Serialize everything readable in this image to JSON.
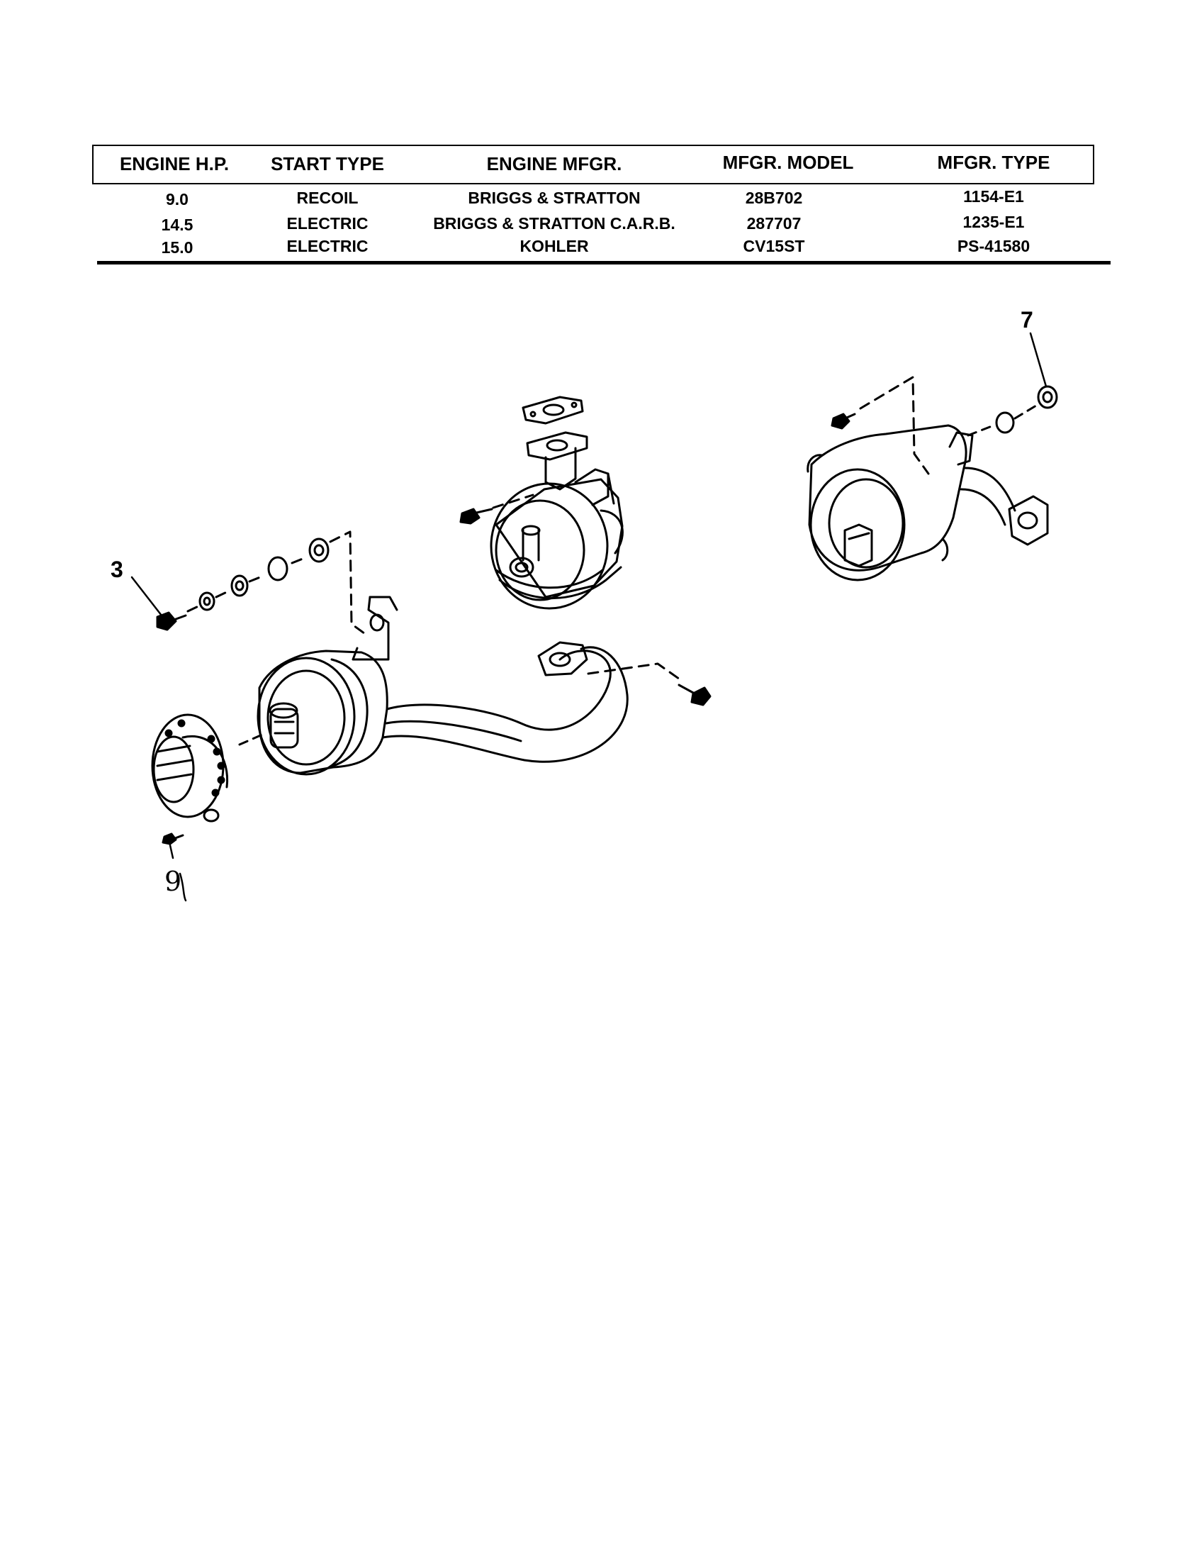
{
  "spec_table": {
    "headers": [
      "ENGINE H.P.",
      "START TYPE",
      "ENGINE MFGR.",
      "MFGR. MODEL",
      "MFGR. TYPE"
    ],
    "rows": [
      [
        "9.0",
        "RECOIL",
        "BRIGGS & STRATTON",
        "28B702",
        "1154-E1"
      ],
      [
        "14.5",
        "ELECTRIC",
        "BRIGGS & STRATTON C.A.R.B.",
        "287707",
        "1235-E1"
      ],
      [
        "15.0",
        "ELECTRIC",
        "KOHLER",
        "CV15ST",
        "PS-41580"
      ]
    ]
  },
  "callouts": {
    "c3": "3",
    "c7": "7",
    "c9": "9"
  }
}
